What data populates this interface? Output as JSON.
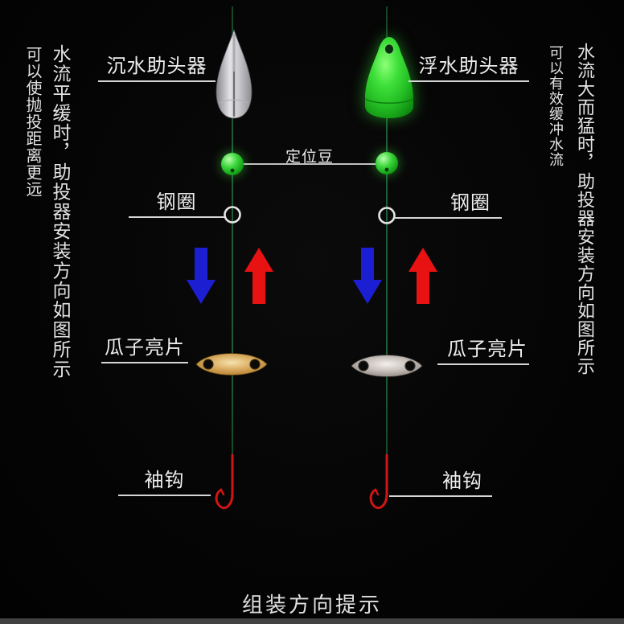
{
  "notes": {
    "left_outer": "可以使抛投距离更远",
    "left_inner": "水流平缓时，助投器安装方向如图所示",
    "right_inner": "可以有效缓冲水流",
    "right_outer": "水流大而猛时，助投器安装方向如图所示"
  },
  "diagram": {
    "bead_label": "定位豆",
    "left": {
      "head_label": "沉水助头器",
      "ring_label": "钢圈",
      "spinner_label": "瓜子亮片",
      "hook_label": "袖钩"
    },
    "right": {
      "head_label": "浮水助头器",
      "ring_label": "钢圈",
      "spinner_label": "瓜子亮片",
      "hook_label": "袖钩"
    }
  },
  "footer": {
    "title": "组装方向提示"
  },
  "icons": {
    "left_head": "sinker-helper-icon",
    "right_head": "float-helper-icon",
    "bead": "positioning-bead-icon",
    "ring": "steel-ring-icon",
    "down_arrow": "down-arrow-icon",
    "up_arrow": "up-arrow-icon",
    "spinner_gold": "gold-spinner-blade-icon",
    "spinner_silver": "silver-spinner-blade-icon",
    "hook": "fish-hook-icon"
  },
  "colors": {
    "background": "#050505",
    "text": "#e6e6e6",
    "fishing_line_green": "#1f6238",
    "leader_line_white": "#d6d6d6",
    "arrow_down_blue": "#1c1ed2",
    "arrow_up_red": "#e81212",
    "bead_green": "#35d435",
    "float_green": "#2ecc2e",
    "sinker_gray": "#c9c9cc",
    "spinner_gold": "#c99a4a",
    "spinner_silver": "#c4bdb8",
    "hook_red": "#d41414",
    "footer_bar_gray": "#414141"
  }
}
